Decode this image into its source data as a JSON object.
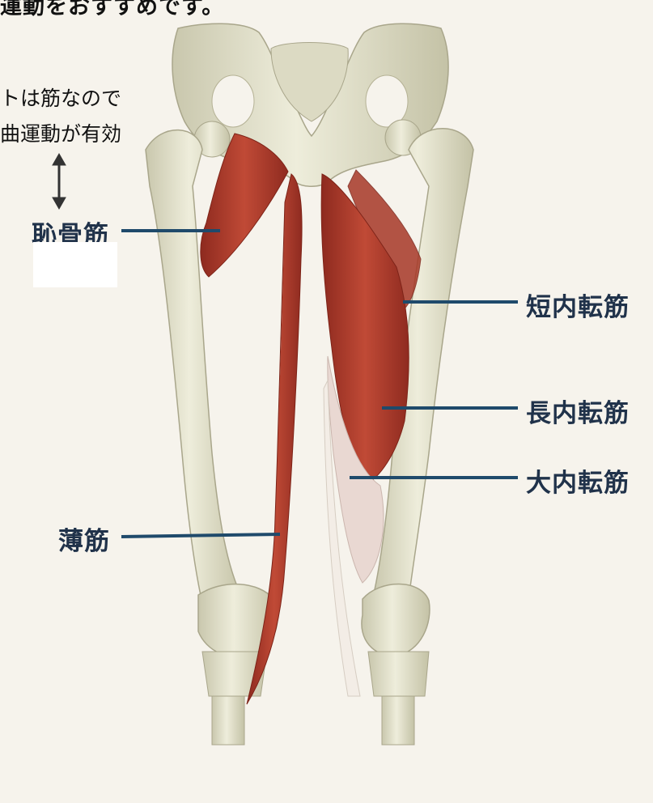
{
  "header": {
    "text": "運動をおすすめです。"
  },
  "note": {
    "line1": "トは筋なので",
    "line2": "曲運動が有効"
  },
  "labels": {
    "pectineus": "恥骨筋",
    "gracilis": "薄筋",
    "adductor_brevis": "短内転筋",
    "adductor_longus": "長内転筋",
    "adductor_magnus": "大内転筋"
  },
  "colors": {
    "bone": "#e6e4cf",
    "muscle": "#b8402f",
    "leader_line": "#1f4a6b",
    "label_text": "#20324a",
    "background": "#f6f3ec"
  },
  "icons": {
    "arrow": "double-arrow-vertical-icon"
  }
}
